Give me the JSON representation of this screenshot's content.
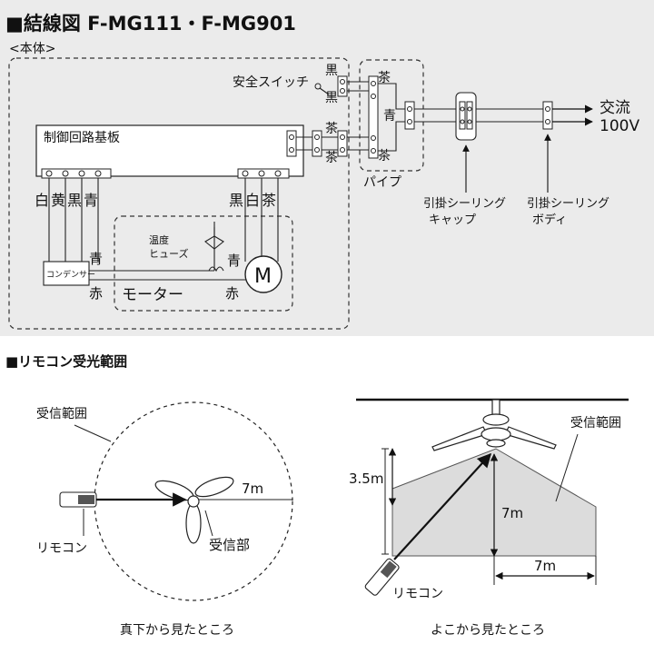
{
  "wiring": {
    "heading": "■結線図 F-MG111・F-MG901",
    "body_label": "<本体>",
    "safety_switch": "安全スイッチ",
    "board": "制御回路基板",
    "pipe": "パイプ",
    "ac_line1": "交流",
    "ac_line2": "100V",
    "cap_line1": "引掛シーリング",
    "cap_line2": "キャップ",
    "body_line1": "引掛シーリング",
    "body_line2": "ボディ",
    "condenser": "コンデンサー",
    "motor": "モーター",
    "motor_symbol": "M",
    "fuse_line1": "温度",
    "fuse_line2": "ヒューズ",
    "wire_black": "黒",
    "wire_brown": "茶",
    "wire_blue": "青",
    "wire_red": "赤",
    "wire_white": "白",
    "wire_yellow": "黄"
  },
  "range": {
    "heading": "■リモコン受光範囲",
    "receive_range": "受信範囲",
    "receiver": "受信部",
    "remote": "リモコン",
    "distance": "7m",
    "height": "3.5m",
    "caption_below": "真下から見たところ",
    "caption_side": "よこから見たところ"
  },
  "colors": {
    "panel_bg": "#ebebeb",
    "range_fill": "#dcdcdc",
    "line": "#222222"
  }
}
